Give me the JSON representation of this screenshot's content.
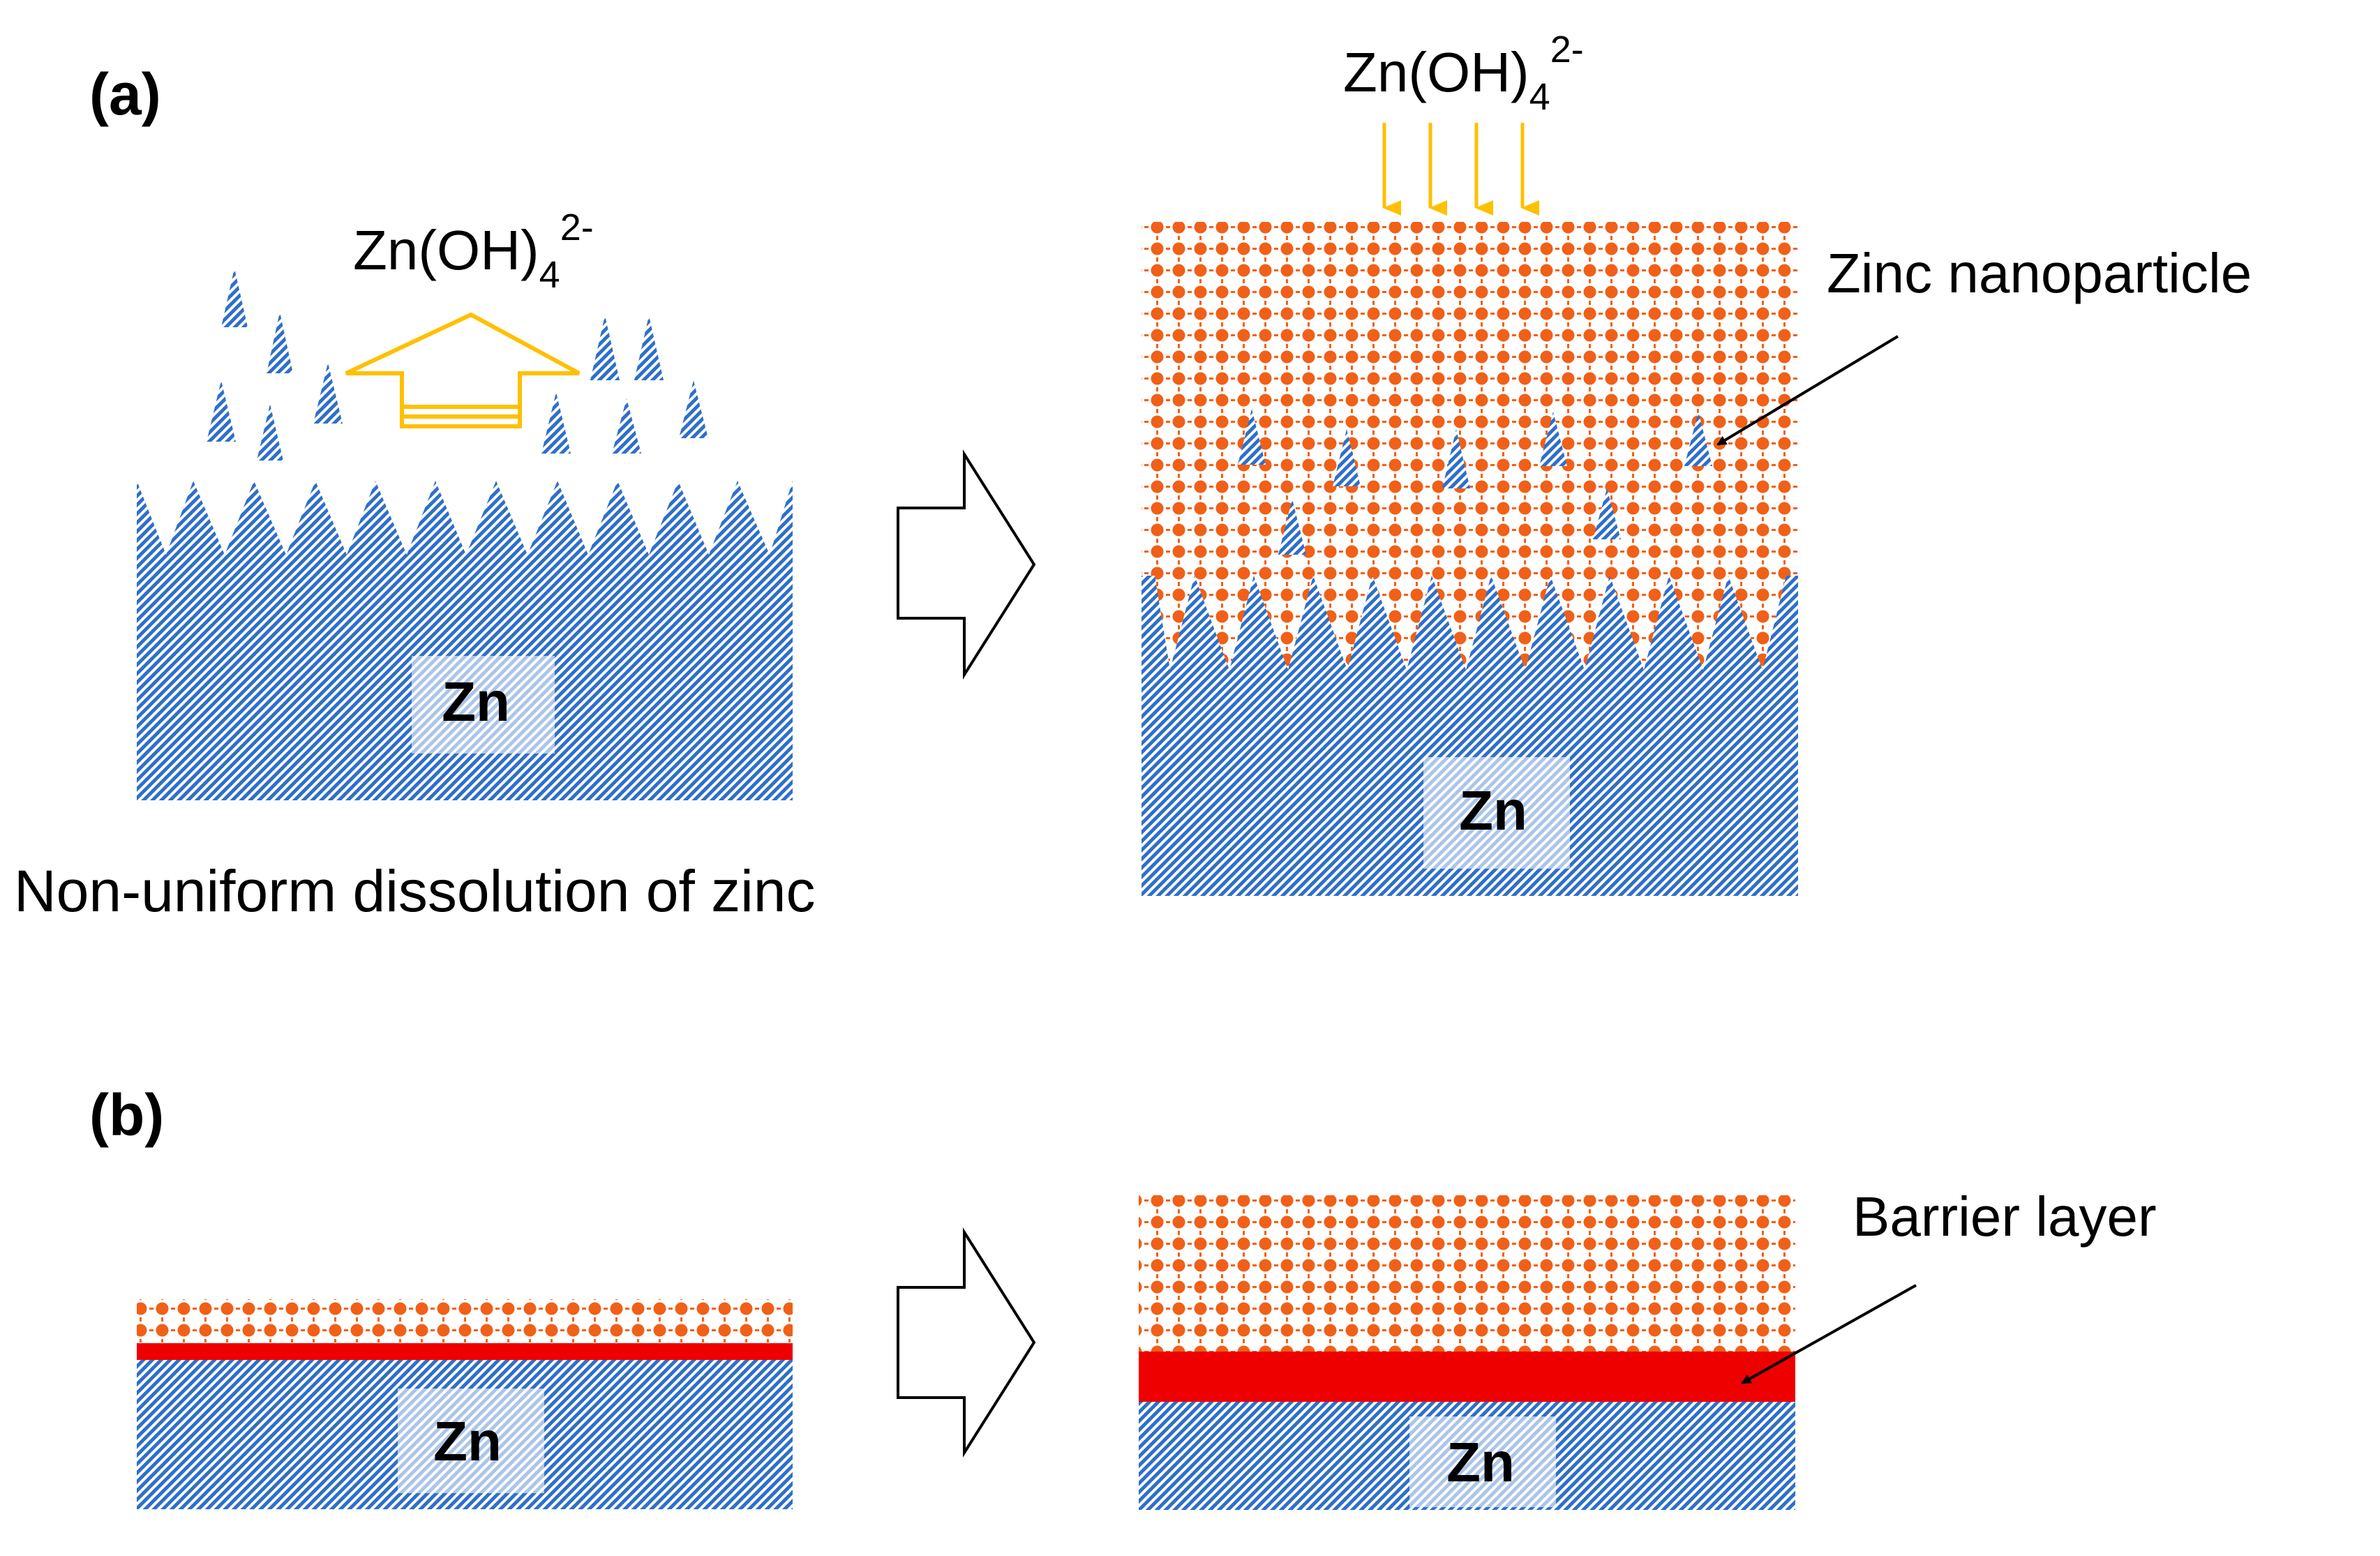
{
  "panel_a": {
    "label": "(a)",
    "before": {
      "ion_label": {
        "base": "Zn(OH)",
        "sub": "4",
        "sup": "2-"
      },
      "metal_label": "Zn",
      "caption": "Non-uniform dissolution of zinc"
    },
    "after": {
      "ion_label": {
        "base": "Zn(OH)",
        "sub": "4",
        "sup": "2-"
      },
      "metal_label": "Zn",
      "callout": "Zinc nanoparticle"
    }
  },
  "panel_b": {
    "label": "(b)",
    "before": {
      "metal_label": "Zn"
    },
    "after": {
      "metal_label": "Zn",
      "callout": "Barrier layer"
    }
  },
  "colors": {
    "zinc_blue": "#2f6fc9",
    "deposit_orange": "#f06018",
    "barrier_red": "#ee0000",
    "ion_arrow_yellow": "#ffc000",
    "outline": "#000000"
  }
}
